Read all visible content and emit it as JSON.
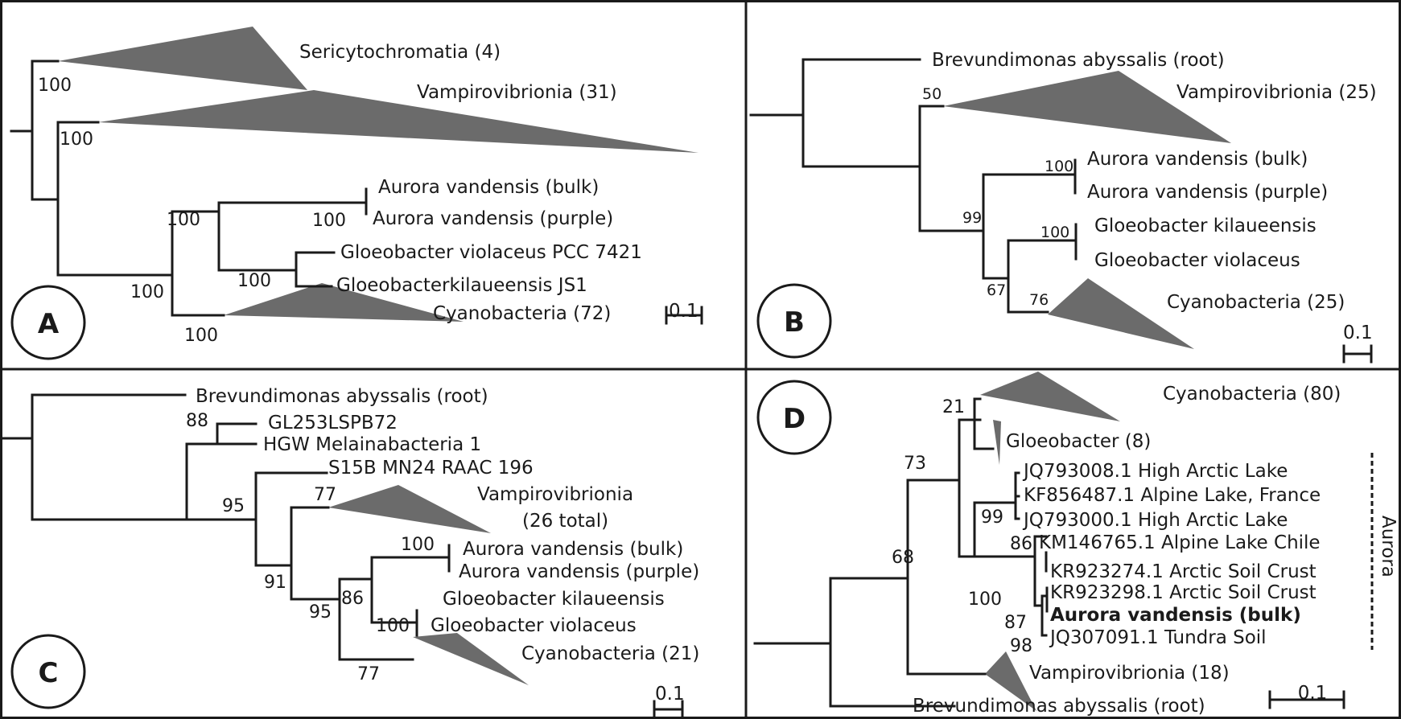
{
  "panels": {
    "A": {
      "letter": "A",
      "scale_label": "0.1",
      "clades": {
        "sericytochromatia": "Sericytochromatia (4)",
        "vampirovibrionia": "Vampirovibrionia (31)",
        "cyanobacteria": "Cyanobacteria (72)"
      },
      "leaves": {
        "aurora_bulk": "Aurora  vandensis (bulk)",
        "aurora_purple": "Aurora vandensis (purple)",
        "gloeo_violaceus": "Gloeobacter violaceus PCC 7421",
        "gloeo_kilaueensis": "Gloeobacterkilaueensis JS1"
      },
      "support": {
        "sericyto": "100",
        "vampiro": "100",
        "aurora_gloeo": "100",
        "aurora_pair": "100",
        "gloeo_pair": "100",
        "photo": "100",
        "cyano": "100"
      }
    },
    "B": {
      "letter": "B",
      "scale_label": "0.1",
      "clades": {
        "vampirovibrionia": "Vampirovibrionia (25)",
        "cyanobacteria": "Cyanobacteria (25)"
      },
      "leaves": {
        "root": "Brevundimonas abyssalis (root)",
        "aurora_bulk": "Aurora vandensis (bulk)",
        "aurora_purple": "Aurora vandensis (purple)",
        "gloeo_kilaueensis": "Gloeobacter kilaueensis",
        "gloeo_violaceus": "Gloeobacter violaceus"
      },
      "support": {
        "vampiro": "50",
        "aurora_pair": "100",
        "main": "99",
        "gloeo_pair": "100",
        "gloeo_cyano": "67",
        "cyano": "76"
      }
    },
    "C": {
      "letter": "C",
      "scale_label": "0.1",
      "clades": {
        "vampirovibrionia_1": "Vampirovibrionia",
        "vampirovibrionia_2": "(26 total)",
        "cyanobacteria": "Cyanobacteria (21)"
      },
      "leaves": {
        "root": "Brevundimonas abyssalis (root)",
        "gl253": "GL253LSPB72",
        "hgw": "HGW Melainabacteria 1",
        "s15b": "S15B MN24 RAAC 196",
        "aurora_bulk": "Aurora vandensis (bulk)",
        "aurora_purple": "Aurora vandensis (purple)",
        "gloeo_kilaueensis": "Gloeobacter kilaueensis",
        "gloeo_violaceus": "Gloeobacter violaceus"
      },
      "support": {
        "mel": "88",
        "n95a": "95",
        "n91": "91",
        "vampiro": "77",
        "n95b": "95",
        "n86": "86",
        "aurora_pair": "100",
        "gloeo_pair": "100",
        "cyano": "77"
      }
    },
    "D": {
      "letter": "D",
      "scale_label": "0.1",
      "side_label": "Aurora",
      "clades": {
        "cyanobacteria": "Cyanobacteria (80)",
        "gloeobacter": "Gloeobacter (8)",
        "vampirovibrionia": "Vampirovibrionia (18)"
      },
      "leaves": {
        "root": "Brevundimonas abyssalis (root)",
        "jq793008": "JQ793008.1 High Arctic Lake",
        "kf856487": "KF856487.1 Alpine Lake, France",
        "jq793000": "JQ793000.1 High Arctic Lake",
        "km146765": "KM146765.1 Alpine Lake Chile",
        "kr923274": "KR923274.1 Arctic Soil Crust",
        "kr923298": "KR923298.1 Arctic Soil Crust",
        "aurora_bulk": "Aurora vandensis (bulk)",
        "jq307091": "JQ307091.1 Tundra Soil"
      },
      "support": {
        "n21": "21",
        "n73": "73",
        "n99": "99",
        "n68": "68",
        "n86": "86",
        "n100": "100",
        "n87": "87",
        "n98": "98"
      }
    }
  },
  "colors": {
    "line": "#1a1a1a",
    "clade_fill": "#6b6b6b",
    "background": "#ffffff"
  }
}
